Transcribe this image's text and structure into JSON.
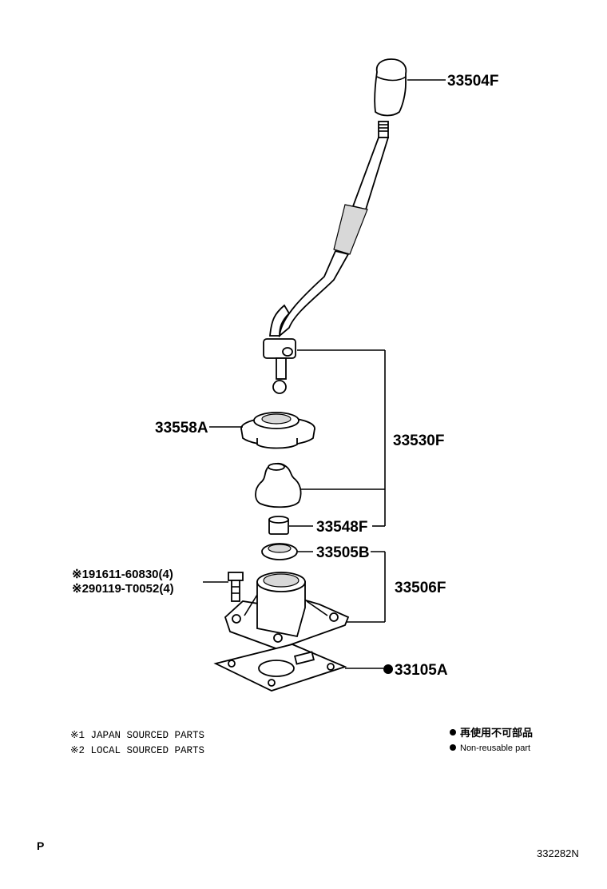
{
  "parts": {
    "knob": "33504F",
    "retainer": "33558A",
    "lever_assy": "33530F",
    "bushing": "33548F",
    "seat": "33505B",
    "housing_assy": "33506F",
    "gasket": "33105A"
  },
  "bolts": {
    "line1": "※191611-60830(4)",
    "line2": "※290119-T0052(4)"
  },
  "notes": {
    "japan": "※1  JAPAN  SOURCED  PARTS",
    "local": "※2  LOCAL  SOURCED  PARTS"
  },
  "legend": {
    "jp": "再使用不可部品",
    "en": "Non-reusable part"
  },
  "footer": {
    "code_left": "P",
    "code_right": "332282N"
  }
}
